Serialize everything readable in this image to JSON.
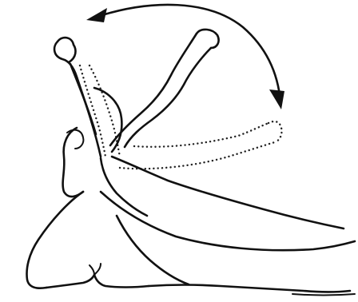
{
  "illustration": {
    "subject": "exercise-figure-arm-swing",
    "ink_color": "#111111",
    "background_color": "#ffffff",
    "arrow": {
      "style": "double-headed-curved"
    },
    "positions": {
      "raised_arm": "solid",
      "lowered_arm": "dotted"
    }
  }
}
